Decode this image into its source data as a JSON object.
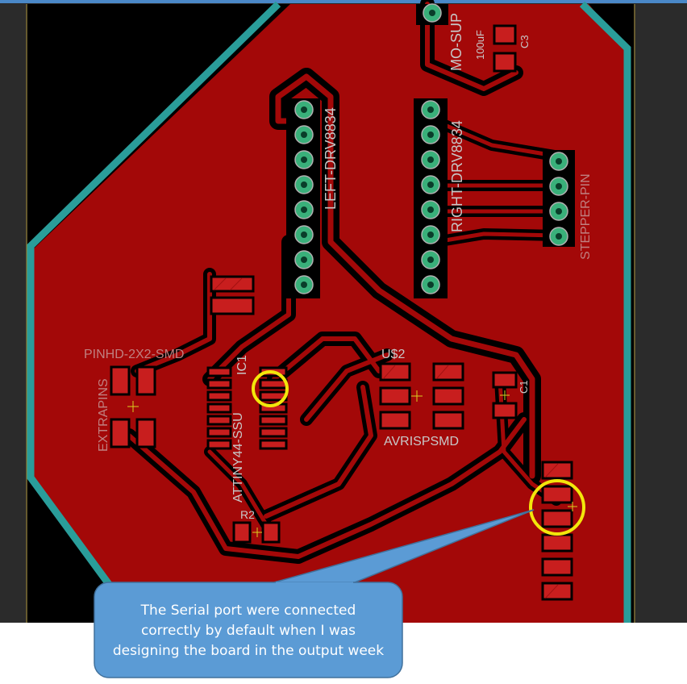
{
  "board": {
    "colors": {
      "background": "#000000",
      "copper": "#a30808",
      "pad": "#c81e1e",
      "outline": "#2a9d9a",
      "via": "#39b07a",
      "silk": "#c8c8c8",
      "highlight": "#f3e60b",
      "callout": "#5b9bd5",
      "panel": "#2b2b2b"
    },
    "labels": {
      "left_driver": "LEFT-DRV8834",
      "right_driver": "RIGHT-DRV8834",
      "stepper_pin": "STEPPER-PIN",
      "motor_supply": "MO-SUP",
      "pinhd": "PINHD-2X2-SMD",
      "extrapins": "EXTRAPINS",
      "ic1": "IC1",
      "attiny": "ATTINY44-SSU",
      "usd2": "U$2",
      "avrispsmd": "AVRISPSMD",
      "r2": "R2",
      "c3": "C3",
      "c1": "C1",
      "cap_value": "100uF"
    }
  },
  "callout": {
    "text": "The Serial port were connected\ncorrectly by default when I was\ndesigning the board in the output week"
  }
}
